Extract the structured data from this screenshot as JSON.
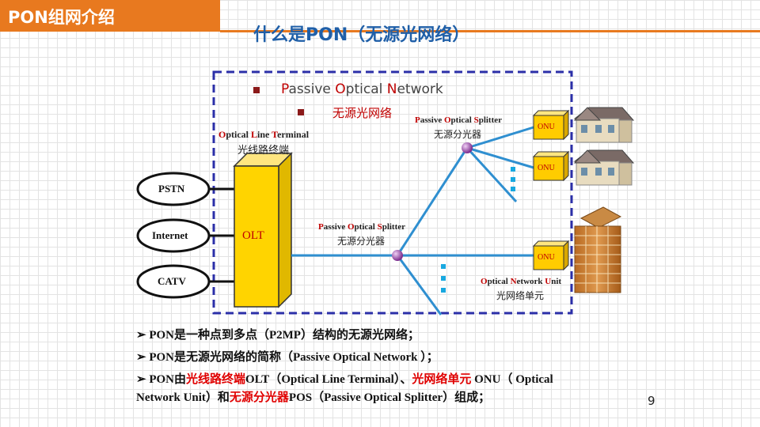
{
  "header": {
    "section_title": "PON组网介绍"
  },
  "slide": {
    "title": "什么是PON（无源光网络）",
    "page_number": "9"
  },
  "diagram": {
    "legend_en_parts": [
      "P",
      "assive ",
      "O",
      "ptical ",
      "N",
      "etwork"
    ],
    "legend_cn": "无源光网络",
    "olt_caption_en_parts": [
      "O",
      "ptical ",
      "L",
      "ine ",
      "T",
      "erminal"
    ],
    "olt_caption_cn": "光线路终端",
    "olt_label": "OLT",
    "services": [
      "PSTN",
      "Internet",
      "CATV"
    ],
    "splitter_top_en_parts": [
      "P",
      "assive ",
      "O",
      "ptical ",
      "S",
      "plitter"
    ],
    "splitter_top_cn": "无源分光器",
    "splitter_mid_en_parts": [
      "P",
      "assive ",
      "O",
      "ptical ",
      "S",
      "plitter"
    ],
    "splitter_mid_cn": "无源分光器",
    "onu_label": "ONU",
    "onu_caption_en_parts": [
      "O",
      "ptical ",
      "N",
      "etwork ",
      "U",
      "nit"
    ],
    "onu_caption_cn": "光网络单元"
  },
  "bullets": {
    "b1": "PON是一种点到多点（P2MP）结构的无源光网络；",
    "b2": "PON是无源光网络的简称（Passive Optical Network ）；",
    "b3_a": "PON由",
    "b3_red1": "光线路终端",
    "b3_b": "OLT（Optical Line Terminal）、",
    "b3_red2": "光网络单元",
    "b3_c": " ONU（ Optical",
    "b3_d": "Network Unit）和",
    "b3_red3": "无源分光器",
    "b3_e": "POS（Passive Optical Splitter）组成；"
  },
  "colors": {
    "accent": "#e8791f",
    "title": "#1f5fa8",
    "fiber": "#2f8fd0",
    "olt_fill": "#ffd400",
    "onu_fill": "#ffcc00",
    "box_border": "#2b2fa8",
    "highlight_red": "#e00000"
  }
}
